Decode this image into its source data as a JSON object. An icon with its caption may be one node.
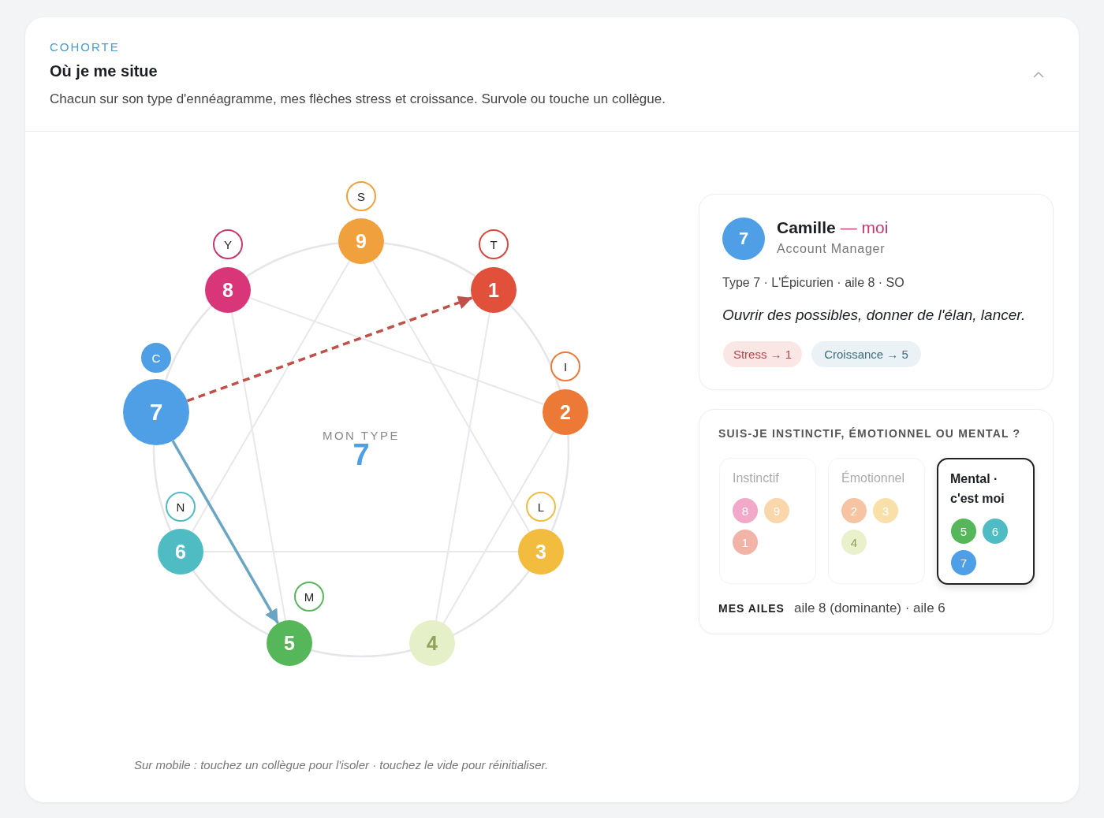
{
  "diagram": {
    "title": "Où je me situe",
    "nodes": [
      {
        "text": [
          "S"
        ]
      },
      {
        "text": [
          "9"
        ]
      },
      {
        "text": [
          "Y"
        ]
      },
      {
        "text": [
          "T"
        ]
      },
      {
        "text": [
          "8"
        ]
      },
      {
        "text": [
          "1"
        ]
      },
      {
        "text": [
          "C"
        ]
      },
      {
        "text": [
          "I"
        ]
      },
      {
        "text": [
          "7"
        ]
      },
      {
        "text": [
          "2"
        ]
      },
      {
        "text": [
          "N"
        ]
      },
      {
        "text": [
          "L"
        ]
      },
      {
        "text": [
          "6"
        ]
      },
      {
        "text": [
          "3"
        ]
      },
      {
        "text": [
          "M"
        ]
      },
      {
        "text": [
          "5"
        ]
      },
      {
        "text": [
          "4"
        ]
      },
      {
        "text": [
          "Camille",
          "— moi",
          "Account Manager",
          "Type 7 · L'Épicurien · aile 8 · SO",
          "Ouvrir des possibles, donner de l'élan, lancer."
        ]
      },
      {
        "text": [
          "7"
        ],
        "in": 17
      },
      {
        "text": [
          "Stress → 1"
        ],
        "in": 17
      },
      {
        "text": [
          "Croissance → 5"
        ],
        "in": 17
      },
      {
        "text": [
          "SUIS-JE INSTINCTIF, ÉMOTIONNEL OU MENTAL ?",
          "MES AILES",
          "aile 8 (dominante) · aile 6"
        ]
      },
      {
        "text": [
          "Instinctif"
        ],
        "in": 21
      },
      {
        "text": [
          "8"
        ],
        "in": 22
      },
      {
        "text": [
          "9"
        ],
        "in": 22
      },
      {
        "text": [
          "1"
        ],
        "in": 22
      },
      {
        "text": [
          "Émotionnel"
        ],
        "in": 21
      },
      {
        "text": [
          "2"
        ],
        "in": 26
      },
      {
        "text": [
          "3"
        ],
        "in": 26
      },
      {
        "text": [
          "4"
        ],
        "in": 26
      },
      {
        "text": [
          "Mental · c'est moi"
        ],
        "in": 21
      },
      {
        "text": [
          "5"
        ],
        "in": 30
      },
      {
        "text": [
          "6"
        ],
        "in": 30
      },
      {
        "text": [
          "7"
        ],
        "in": 30
      }
    ],
    "edges": [
      {
        "from": 1,
        "to": 13,
        "arrow": "none"
      },
      {
        "from": 13,
        "to": 12,
        "arrow": "none"
      },
      {
        "from": 12,
        "to": 1,
        "arrow": "none"
      },
      {
        "from": 5,
        "to": 16,
        "arrow": "none"
      },
      {
        "from": 16,
        "to": 9,
        "arrow": "none"
      },
      {
        "from": 9,
        "to": 4,
        "arrow": "none"
      },
      {
        "from": 4,
        "to": 15,
        "arrow": "none"
      },
      {
        "from": 8,
        "to": 5,
        "arrow": "to",
        "style": "dashed",
        "color": "#c0504a"
      },
      {
        "from": 8,
        "to": 15,
        "arrow": "to",
        "color": "#6aa6c4"
      }
    ],
    "labels": [
      "COHORTE",
      "Chacun sur son type d'ennéagramme, mes flèches stress et croissance. Survole ou touche un collègue.",
      "MON TYPE",
      "7",
      "Sur mobile : touchez un collègue pour l'isoler · touchez le vide pour réinitialiser."
    ]
  }
}
